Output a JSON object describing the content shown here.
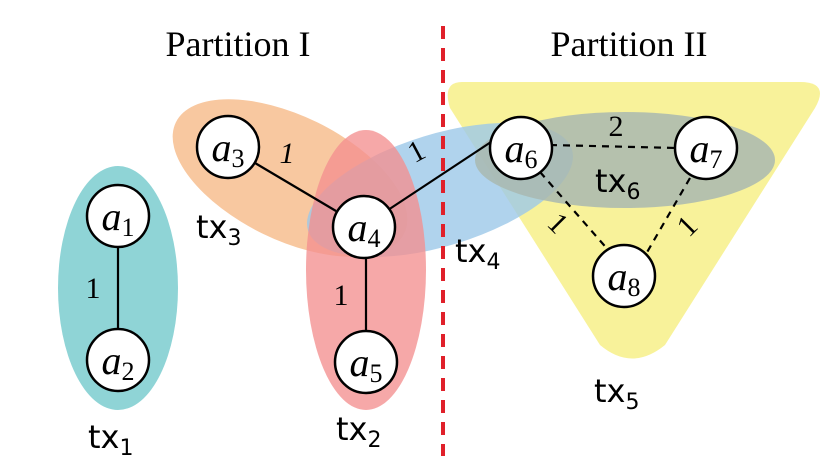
{
  "partitions": [
    {
      "id": "p1",
      "label": "Partition I"
    },
    {
      "id": "p2",
      "label": "Partition II"
    }
  ],
  "colors": {
    "tx1": "#8fd4d6",
    "tx2": "#f48f8f",
    "tx3": "#f8c8a0",
    "tx4": "#9cc8e8",
    "tx5": "#f8f29a",
    "tx6": "#a9b8b0",
    "divider": "#e0202a"
  },
  "nodes": [
    {
      "id": "a1",
      "base": "a",
      "sub": "1"
    },
    {
      "id": "a2",
      "base": "a",
      "sub": "2"
    },
    {
      "id": "a3",
      "base": "a",
      "sub": "3"
    },
    {
      "id": "a4",
      "base": "a",
      "sub": "4"
    },
    {
      "id": "a5",
      "base": "a",
      "sub": "5"
    },
    {
      "id": "a6",
      "base": "a",
      "sub": "6"
    },
    {
      "id": "a7",
      "base": "a",
      "sub": "7"
    },
    {
      "id": "a8",
      "base": "a",
      "sub": "8"
    }
  ],
  "edges": [
    {
      "from": "a1",
      "to": "a2",
      "weight": "1",
      "style": "solid"
    },
    {
      "from": "a3",
      "to": "a4",
      "weight": "1",
      "style": "solid"
    },
    {
      "from": "a4",
      "to": "a6",
      "weight": "1",
      "style": "solid"
    },
    {
      "from": "a4",
      "to": "a5",
      "weight": "1",
      "style": "solid"
    },
    {
      "from": "a6",
      "to": "a7",
      "weight": "2",
      "style": "dashed"
    },
    {
      "from": "a6",
      "to": "a8",
      "weight": "1",
      "style": "dashed"
    },
    {
      "from": "a7",
      "to": "a8",
      "weight": "1",
      "style": "dashed"
    }
  ],
  "transactions": [
    {
      "id": "tx1",
      "base": "tx",
      "sub": "1"
    },
    {
      "id": "tx2",
      "base": "tx",
      "sub": "2"
    },
    {
      "id": "tx3",
      "base": "tx",
      "sub": "3"
    },
    {
      "id": "tx4",
      "base": "tx",
      "sub": "4"
    },
    {
      "id": "tx5",
      "base": "tx",
      "sub": "5"
    },
    {
      "id": "tx6",
      "base": "tx",
      "sub": "6"
    }
  ]
}
